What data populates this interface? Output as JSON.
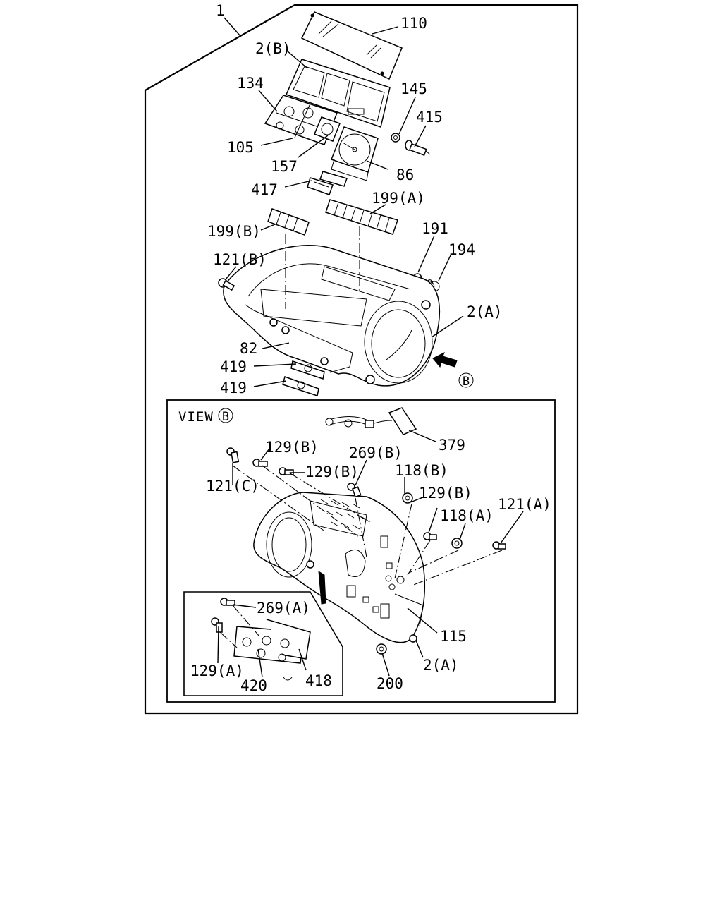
{
  "diagram": {
    "view_title": "VIEW",
    "view_marker": "B",
    "callouts": {
      "p1": "1",
      "p110": "110",
      "p2b": "2(B)",
      "p134": "134",
      "p145": "145",
      "p415": "415",
      "p105": "105",
      "p157": "157",
      "p86": "86",
      "p417": "417",
      "p199a": "199(A)",
      "p199b": "199(B)",
      "p191": "191",
      "p194": "194",
      "p121b": "121(B)",
      "p2a_top": "2(A)",
      "p82": "82",
      "p419_1": "419",
      "p419_2": "419",
      "p379": "379",
      "p129b_1": "129(B)",
      "p269b": "269(B)",
      "p129b_2": "129(B)",
      "p118b": "118(B)",
      "p121c": "121(C)",
      "p129b_3": "129(B)",
      "p118a": "118(A)",
      "p121a": "121(A)",
      "p269a": "269(A)",
      "p129a": "129(A)",
      "p420": "420",
      "p418": "418",
      "p115": "115",
      "p2a_bottom": "2(A)",
      "p200": "200"
    }
  }
}
